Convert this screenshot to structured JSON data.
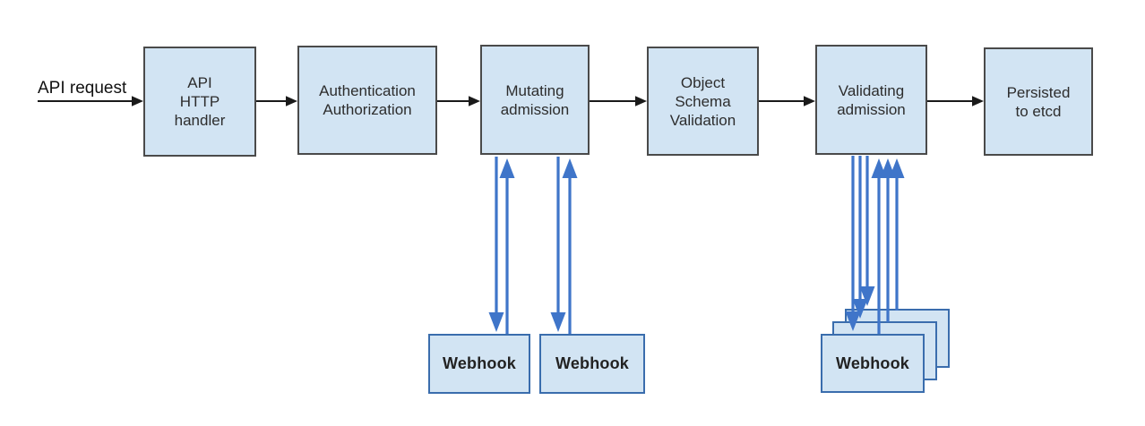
{
  "diagram": {
    "input": {
      "label": "API request"
    },
    "nodes": [
      {
        "id": "api-http-handler",
        "label": "API\nHTTP\nhandler"
      },
      {
        "id": "authentication-authorization",
        "label": "Authentication\nAuthorization"
      },
      {
        "id": "mutating-admission",
        "label": "Mutating\nadmission"
      },
      {
        "id": "object-schema-validation",
        "label": "Object\nSchema\nValidation"
      },
      {
        "id": "validating-admission",
        "label": "Validating\nadmission"
      },
      {
        "id": "persisted-to-etcd",
        "label": "Persisted\nto etcd"
      }
    ],
    "mutating_webhooks": [
      {
        "label": "Webhook"
      },
      {
        "label": "Webhook"
      }
    ],
    "validating_webhooks": [
      {
        "label": "Webhook"
      },
      {
        "label": "Webhook"
      },
      {
        "label": "Webhook"
      }
    ],
    "icons": {
      "flow_arrow": "right-arrow",
      "webhook_call_arrow": "down-arrow",
      "webhook_return_arrow": "up-arrow"
    },
    "colors": {
      "node_fill": "#d2e4f3",
      "node_border": "#4a4a4a",
      "webhook_fill": "#d2e4f3",
      "webhook_border": "#3a6dad",
      "flow_arrow": "#1a1a1a",
      "webhook_arrow": "#3f75c9",
      "text": "#2d2d2d"
    }
  }
}
